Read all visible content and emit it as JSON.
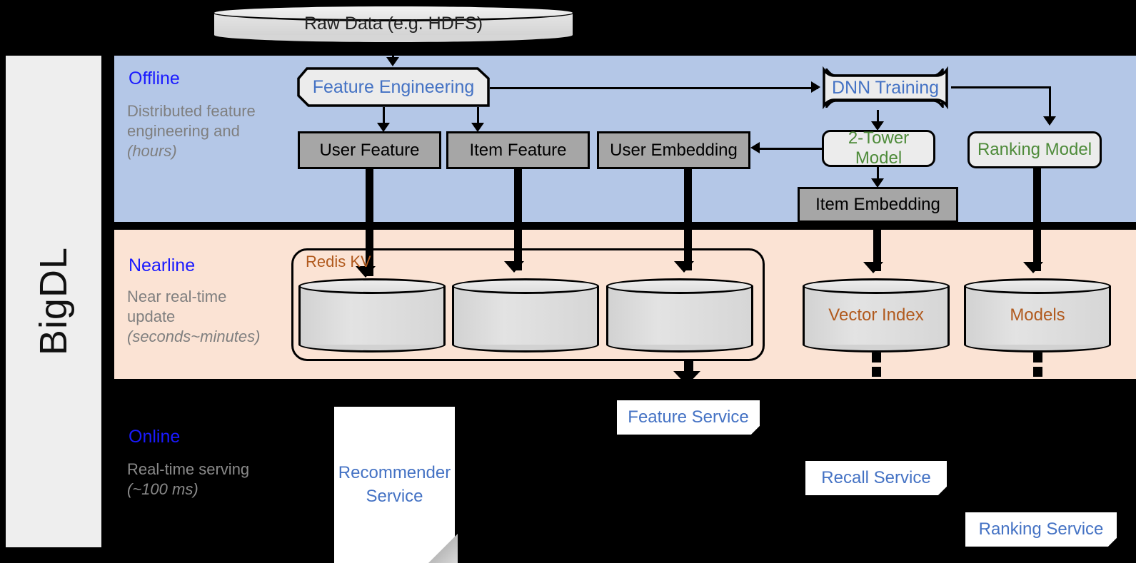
{
  "framework": {
    "name": "BigDL"
  },
  "source": {
    "label": "Raw Data (e.g. HDFS)"
  },
  "bands": [
    {
      "id": "offline",
      "title": "Offline",
      "description": "Distributed feature engineering and ",
      "description_em": "(hours)",
      "bg_color": "#b4c7e7"
    },
    {
      "id": "nearline",
      "title": "Nearline",
      "description": "Near real-time update ",
      "description_em": "(seconds~minutes)",
      "bg_color": "#fbe3d4"
    },
    {
      "id": "online",
      "title": "Online",
      "description": "Real-time serving ",
      "description_em": "(~100 ms)",
      "bg_color": "#000000"
    }
  ],
  "offline": {
    "feature_engineering": "Feature Engineering",
    "dnn_training": "DNN Training",
    "user_feature": "User Feature",
    "item_feature": "Item Feature",
    "user_embedding": "User Embedding",
    "item_embedding": "Item Embedding",
    "two_tower_model": "2-Tower Model",
    "ranking_model": "Ranking Model"
  },
  "nearline": {
    "redis_kv": "Redis KV",
    "store_1": "",
    "store_2": "",
    "store_3": "",
    "vector_index": "Vector Index",
    "models": "Models"
  },
  "online": {
    "recommender_service": "Recommender Service",
    "feature_service": "Feature Service",
    "recall_service": "Recall Service",
    "ranking_service": "Ranking Service"
  },
  "colors": {
    "offline_bg": "#b4c7e7",
    "nearline_bg": "#fbe3d4",
    "online_bg": "#000000",
    "band_title": "#1a1aff",
    "band_desc": "#7f7f7f",
    "process_text": "#4472c4",
    "model_text": "#4e8b3a",
    "store_text": "#b15a1e",
    "data_box": "#a6a6a6",
    "rail_bg": "#eeeeee"
  }
}
